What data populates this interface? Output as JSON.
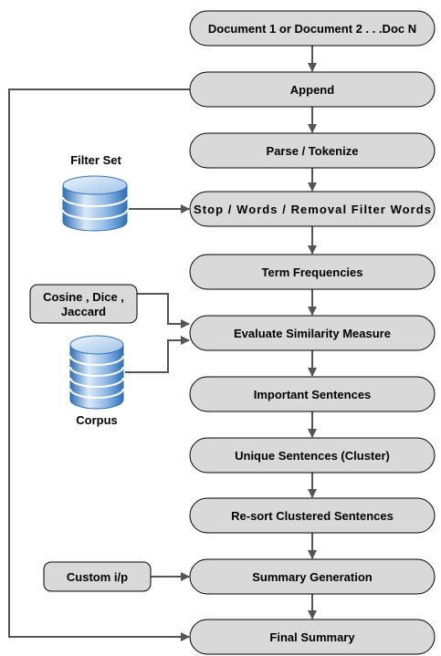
{
  "steps": [
    "Document 1 or Document 2 . . .Doc N",
    "Append",
    "Parse / Tokenize",
    "Stop / Words / Removal Filter Words",
    "Term Frequencies",
    "Evaluate Similarity Measure",
    "Important Sentences",
    "Unique Sentences (Cluster)",
    "Re-sort Clustered Sentences",
    "Summary Generation",
    "Final Summary"
  ],
  "filter_set": {
    "label": "Filter Set",
    "icon": "database-icon"
  },
  "similarity_box": {
    "line1": "Cosine , Dice ,",
    "line2": "Jaccard"
  },
  "corpus": {
    "label": "Corpus",
    "icon": "database-icon"
  },
  "custom_input": {
    "label": "Custom i/p"
  },
  "colors": {
    "box_fill": "#d9d9d9",
    "box_stroke": "#000000",
    "arrow": "#555555",
    "db_blue_light": "#dbeaf8",
    "db_blue_dark": "#2f6fb5"
  }
}
